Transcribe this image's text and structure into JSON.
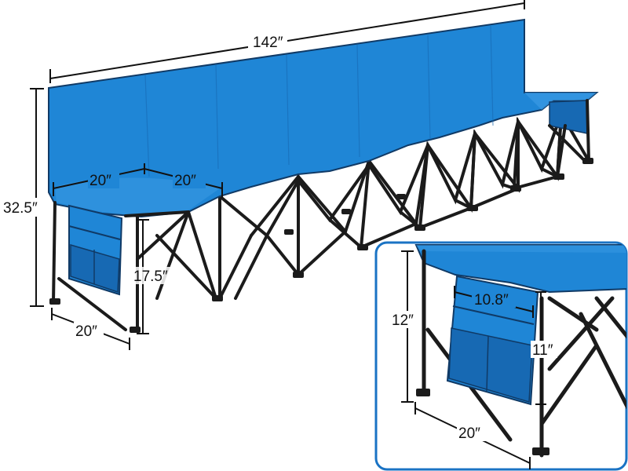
{
  "colors": {
    "fabric": "#1f86d6",
    "fabric_dark": "#1769b3",
    "fabric_light": "#3a9ae4",
    "frame": "#1b1b1b",
    "dimension_line": "#111111",
    "inset_border": "#1a73c4"
  },
  "dimensions": {
    "length": "142″",
    "height": "32.5″",
    "seat_depth_left": "20″",
    "seat_depth_right": "20″",
    "seat_height": "17.5″",
    "bench_depth": "20″",
    "inset_height": "12″",
    "inset_pocket_width": "10.8″",
    "inset_pocket_height": "11″",
    "inset_depth": "20″"
  }
}
